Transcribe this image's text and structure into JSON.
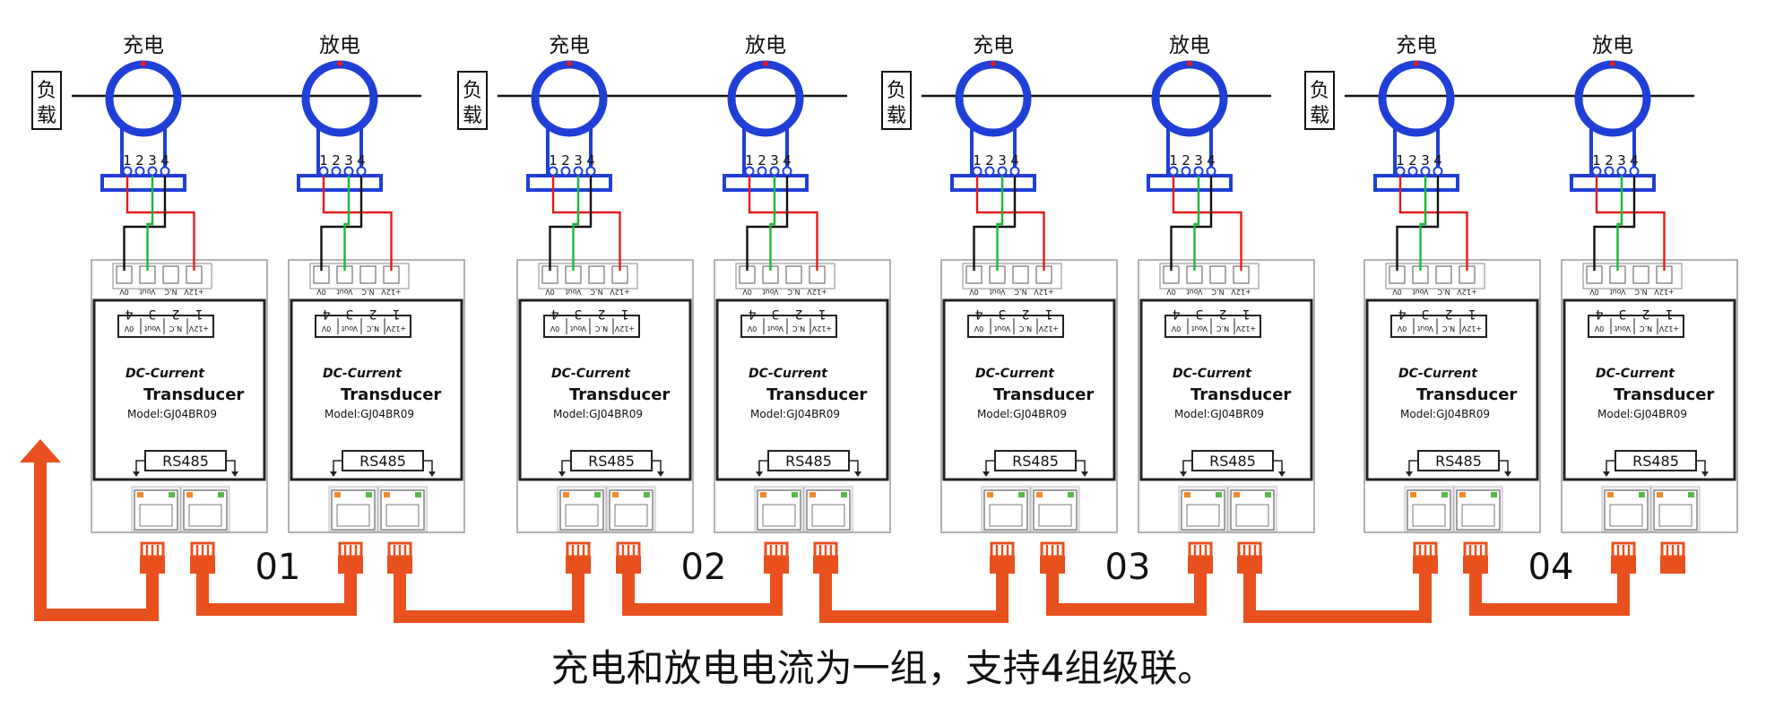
{
  "labels": {
    "charge": "充电",
    "discharge": "放电",
    "load": "负载",
    "pins": [
      "1",
      "2",
      "3",
      "4"
    ],
    "terminals": [
      "0V",
      "Vout",
      "N.C",
      "+12V"
    ],
    "terminal_numbers": [
      "4",
      "3",
      "2",
      "1"
    ]
  },
  "module": {
    "brand": "DC-Current",
    "name": "Transducer",
    "model": "Model:GJ04BR09",
    "bus": "RS485"
  },
  "groups": [
    {
      "id": "01"
    },
    {
      "id": "02"
    },
    {
      "id": "03"
    },
    {
      "id": "04"
    }
  ],
  "caption": "充电和放电电流为一组，支持4组级联。",
  "colors": {
    "sensor": "#1f3fd6",
    "wire_red": "#e51b1b",
    "wire_green": "#19b83a",
    "wire_black": "#111111",
    "cable": "#e8501e",
    "led_orange": "#f08a2a",
    "led_green": "#56b847"
  }
}
